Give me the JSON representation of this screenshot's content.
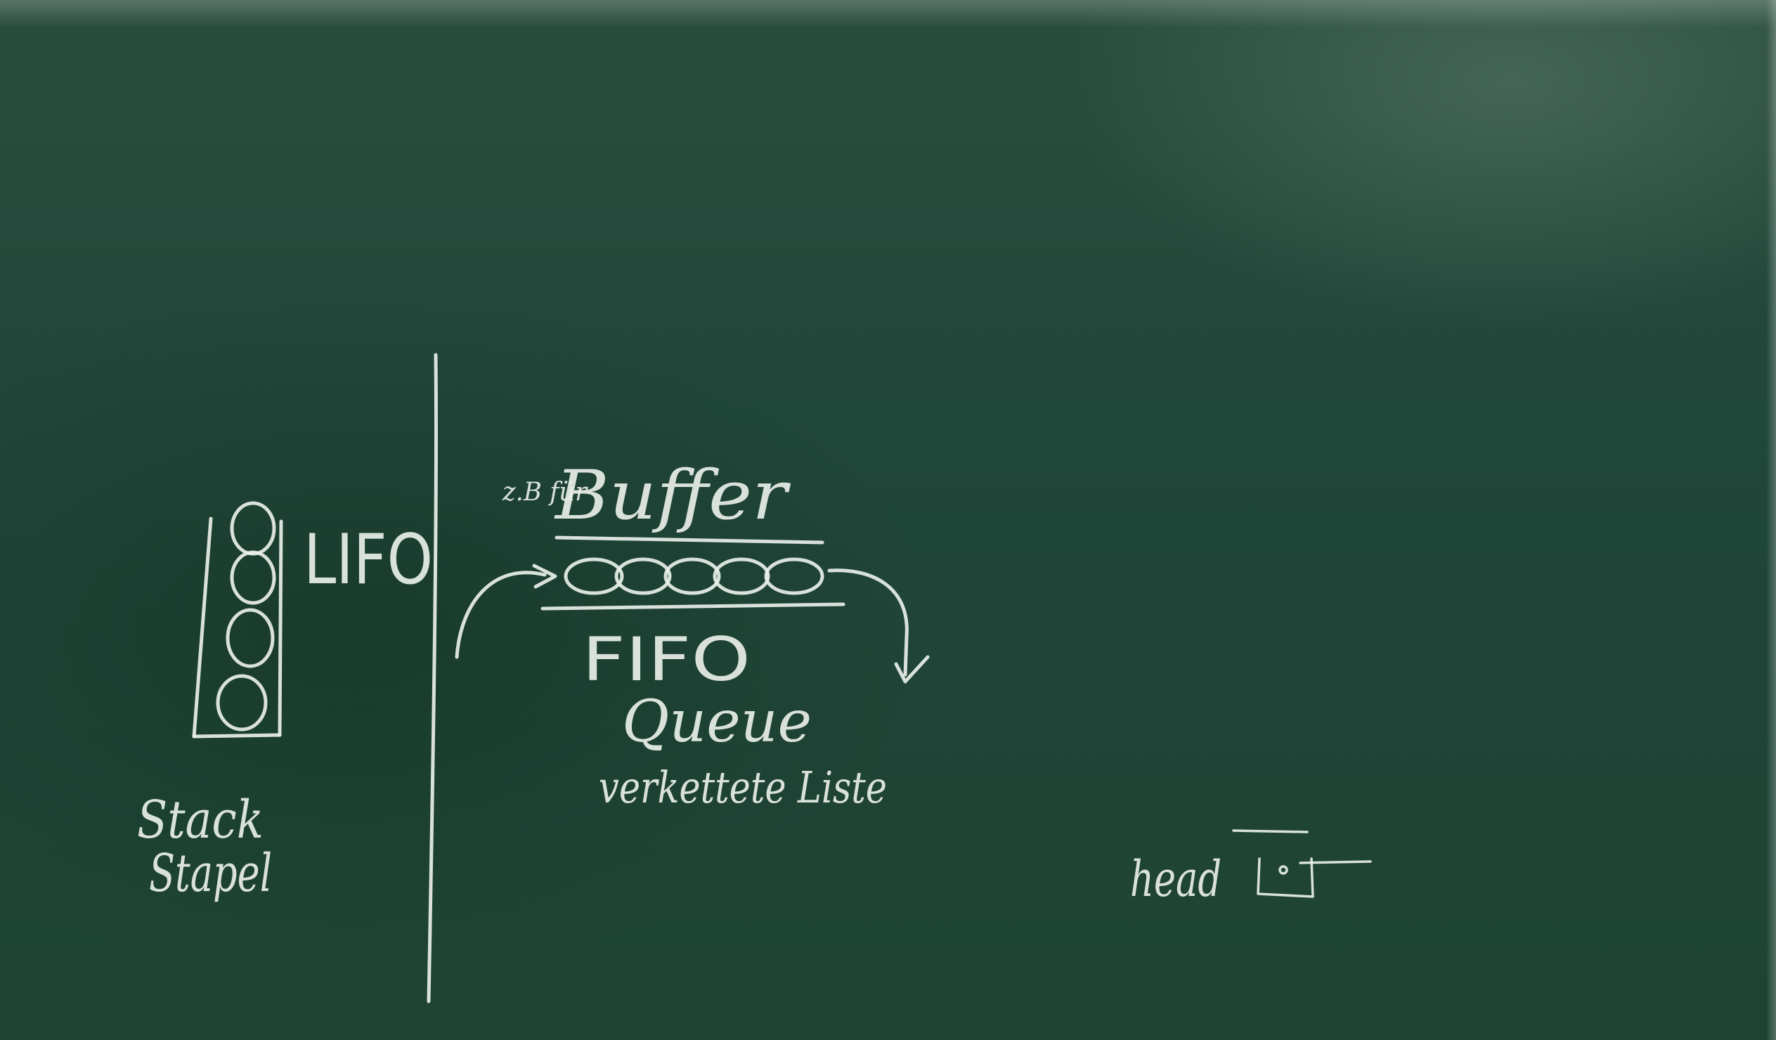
{
  "board": {
    "lifo_label": "LIFO",
    "stack_label": "Stack",
    "stapel_label": "Stapel",
    "buffer_prefix": "z.B für",
    "buffer_label": "Buffer",
    "fifo_label": "FIFO",
    "queue_label": "Queue",
    "linked_list_label": "verkettete Liste",
    "head_label": "head"
  }
}
